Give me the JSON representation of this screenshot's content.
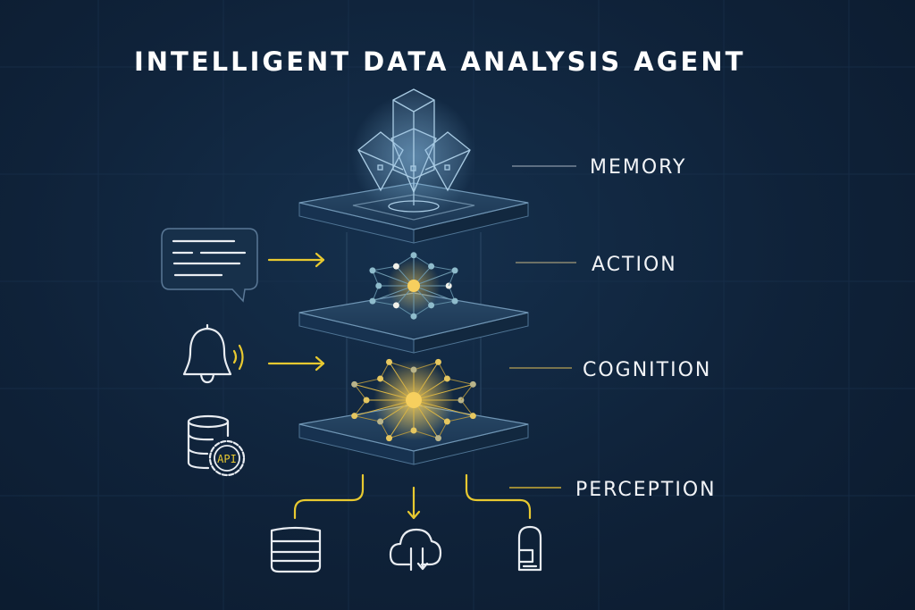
{
  "title": "INTELLIGENT DATA ANALYSIS AGENT",
  "layers": [
    {
      "label": "MEMORY"
    },
    {
      "label": "ACTION"
    },
    {
      "label": "COGNITION"
    },
    {
      "label": "PERCEPTION"
    }
  ],
  "inputs": [
    {
      "icon": "chat-bubble-icon"
    },
    {
      "icon": "bell-icon"
    },
    {
      "icon": "database-api-icon",
      "badge": "API"
    }
  ],
  "outputs": [
    {
      "icon": "database-icon"
    },
    {
      "icon": "cloud-download-icon"
    },
    {
      "icon": "storage-capsule-icon"
    }
  ],
  "colors": {
    "background": "#0f2239",
    "accent": "#e8c930",
    "line": "#e9edf2",
    "glass": "#9fc6e0"
  }
}
